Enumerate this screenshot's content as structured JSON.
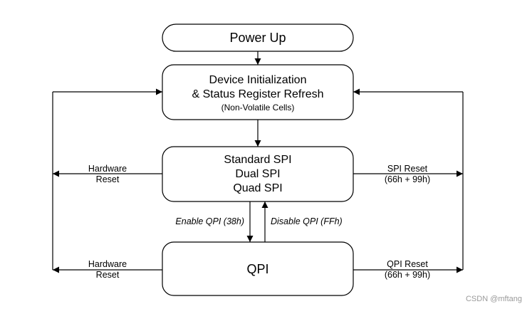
{
  "boxes": {
    "power_up": "Power Up",
    "device_init": {
      "line1": "Device Initialization",
      "line2": "& Status Register Refresh",
      "line3": "(Non-Volatile Cells)"
    },
    "spi_modes": {
      "line1": "Standard SPI",
      "line2": "Dual SPI",
      "line3": "Quad SPI"
    },
    "qpi": "QPI"
  },
  "transitions": {
    "enable_qpi": "Enable QPI (38h)",
    "disable_qpi": "Disable QPI (FFh)"
  },
  "resets": {
    "hw_reset_top": {
      "line1": "Hardware",
      "line2": "Reset"
    },
    "hw_reset_bottom": {
      "line1": "Hardware",
      "line2": "Reset"
    },
    "spi_reset": {
      "line1": "SPI Reset",
      "line2": "(66h + 99h)"
    },
    "qpi_reset": {
      "line1": "QPI Reset",
      "line2": "(66h + 99h)"
    }
  },
  "watermark": "CSDN @mftang"
}
